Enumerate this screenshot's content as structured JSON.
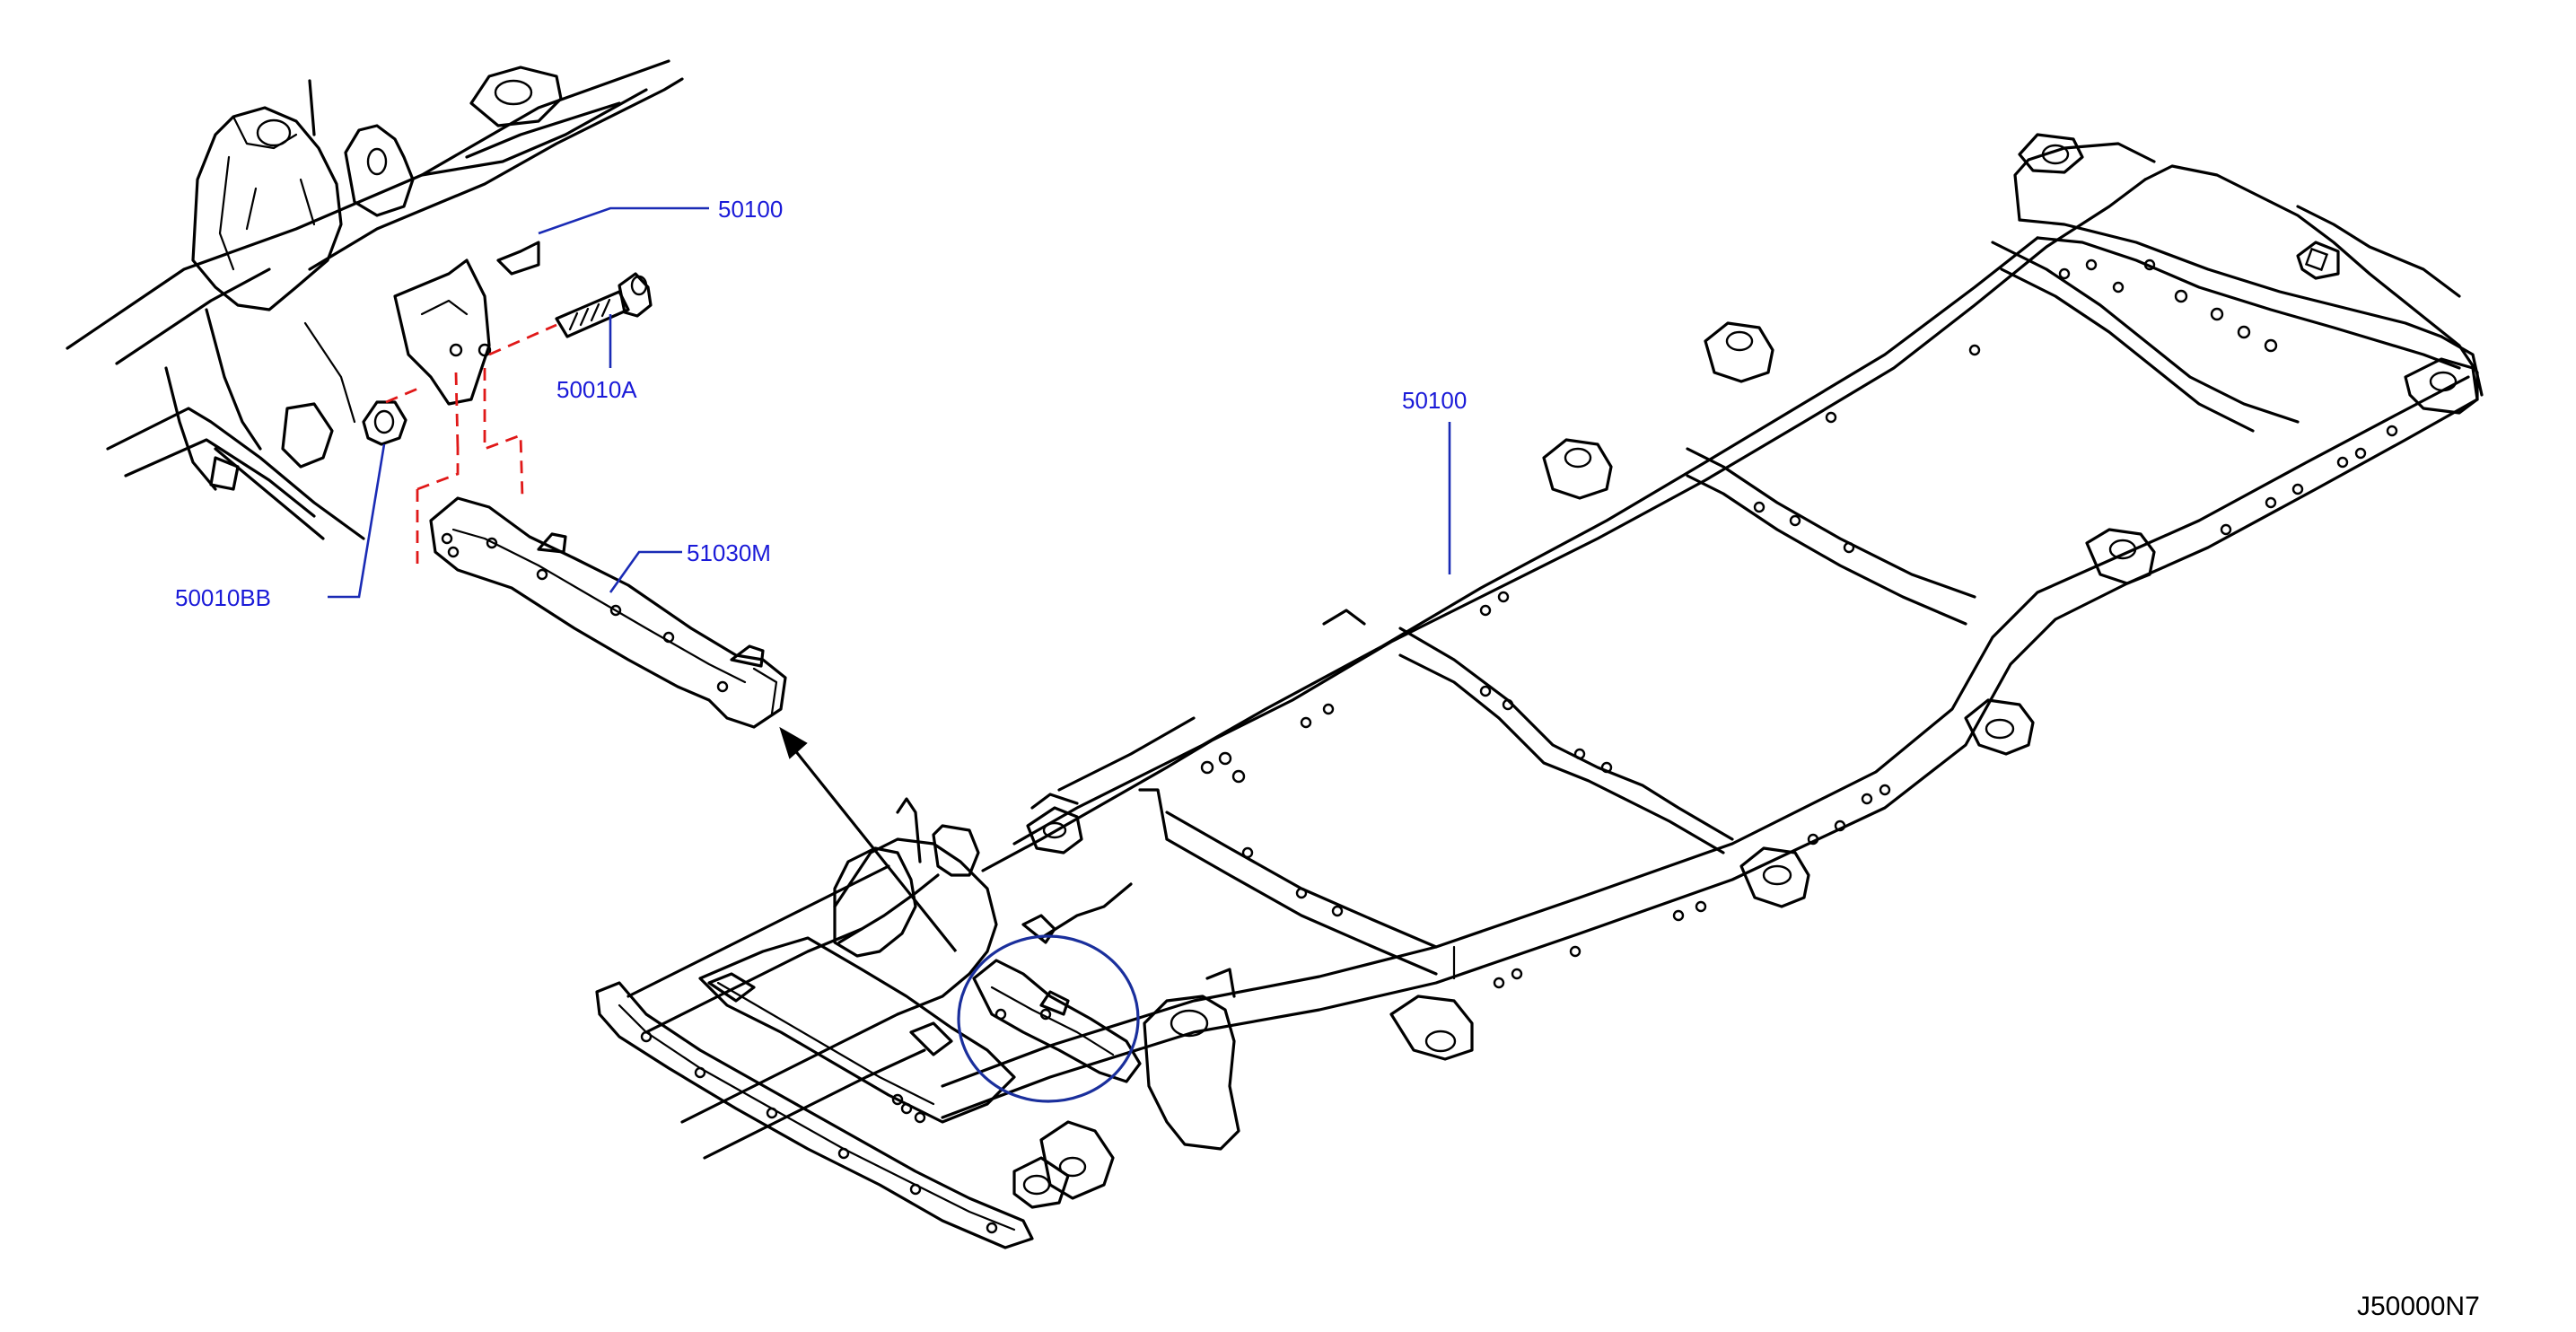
{
  "labels": {
    "main_frame": "50100",
    "detail_frame": "50100",
    "bolt": "50010A",
    "nut": "50010BB",
    "crossmember": "51030M"
  },
  "diagram_code": "J50000N7",
  "colors": {
    "label_text": "#1a1ad8",
    "leader_line": "#1a2bb5",
    "dashed_guides": "#e01818",
    "callout_circle": "#1a2f9c",
    "linework": "#000000"
  }
}
